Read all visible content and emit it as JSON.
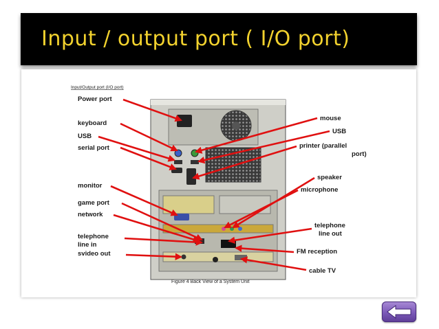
{
  "slide": {
    "title": "Input / output port ( I/O port)"
  },
  "figure": {
    "header": "Input/Output port (I/O port)",
    "caption": "Figure 4 Back View of a System Unit",
    "left_labels": [
      "Power port",
      "keyboard",
      "USB",
      "serial port",
      "monitor",
      "game port",
      "network",
      "telephone",
      "line in",
      "svideo out"
    ],
    "right_labels": [
      "mouse",
      "USB",
      "printer (parallel",
      "port)",
      "speaker",
      "microphone",
      "telephone",
      "line out",
      "FM reception",
      "cable TV"
    ]
  },
  "colors": {
    "title_bar": "#000000",
    "title_text": "#f2d22e",
    "arrow": "#e01010",
    "nav_button": "#7b59b8"
  },
  "nav": {
    "icon": "back-arrow-icon"
  }
}
